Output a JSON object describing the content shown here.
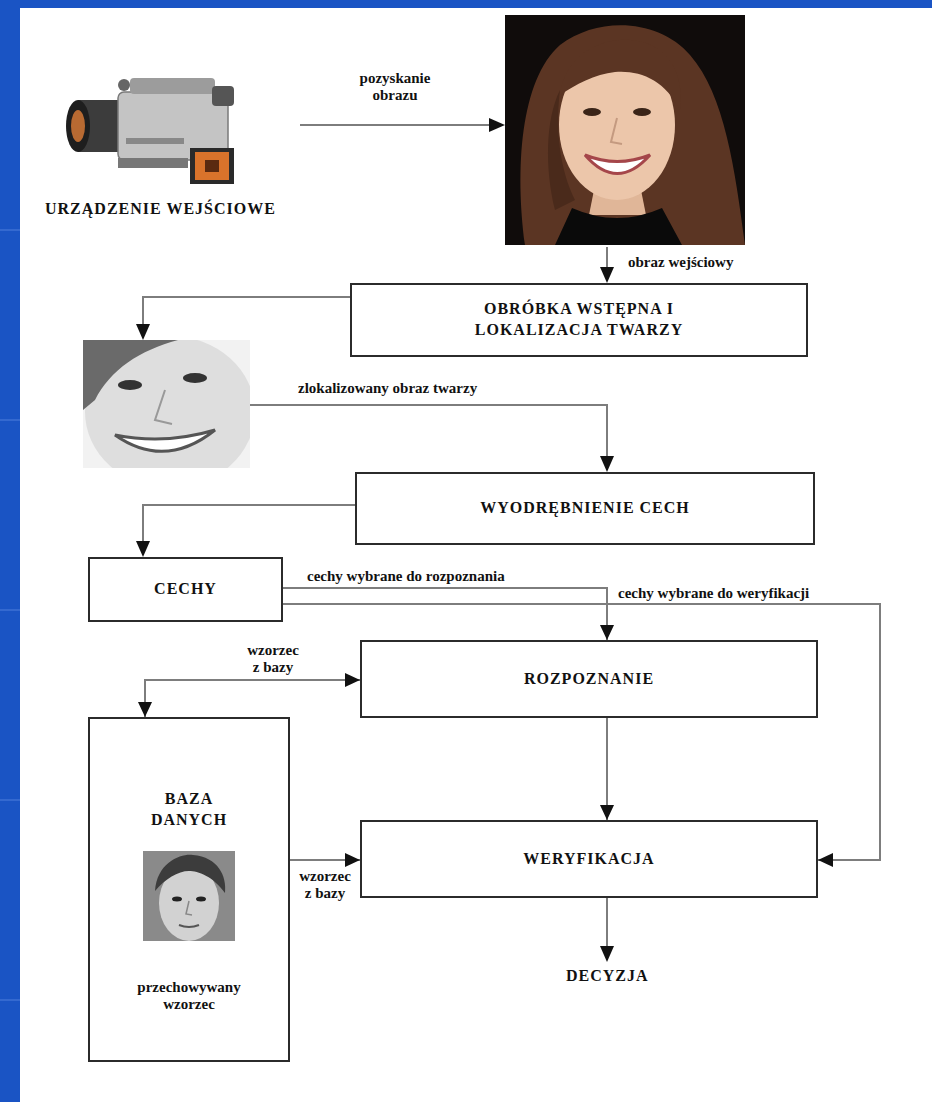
{
  "diagram": {
    "nodes": [
      {
        "text": [
          "OBRÓBKA WSTĘPNA I LOKALIZACJA TWARZY"
        ]
      },
      {
        "text": [
          "WYODRĘBNIENIE CECH"
        ]
      },
      {
        "text": [
          "CECHY"
        ]
      },
      {
        "text": [
          "ROZPOZNANIE"
        ]
      },
      {
        "text": [
          "BAZA DANYCH",
          "przechowywany wzorzec"
        ]
      },
      {
        "text": [
          "WERYFIKACJA"
        ]
      }
    ],
    "edges": [
      {
        "from": 2,
        "to": 3,
        "arrow": "to",
        "label": "cechy wybrane do rozpoznania"
      },
      {
        "from": 2,
        "to": 5,
        "arrow": "to",
        "label": "cechy wybrane do weryfikacji"
      },
      {
        "from": 4,
        "to": 3,
        "arrow": "both",
        "label": "wzorzec z bazy"
      },
      {
        "from": 4,
        "to": 5,
        "arrow": "to",
        "label": "wzorzec z bazy"
      },
      {
        "from": 3,
        "to": 5,
        "arrow": "to"
      }
    ],
    "labels": [
      "URZĄDZENIE WEJŚCIOWE",
      "pozyskanie obrazu",
      "obraz wejściowy",
      "zlokalizowany obraz twarzy",
      "DECYZJA"
    ]
  }
}
